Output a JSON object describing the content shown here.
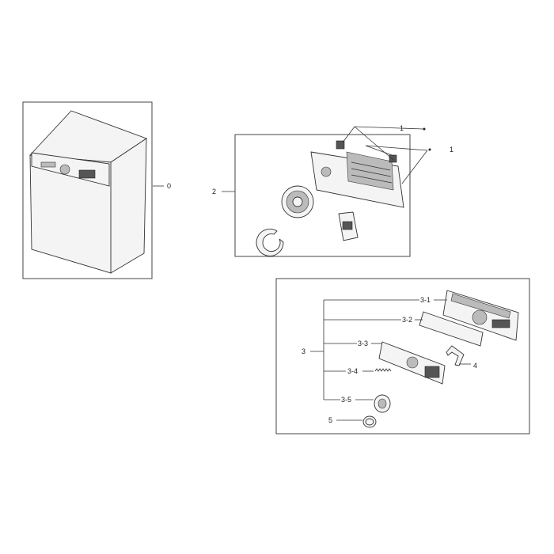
{
  "callouts": {
    "c0": "0",
    "c1a": "1",
    "c1b": "1",
    "c2": "2",
    "c3": "3",
    "c3_1": "3-1",
    "c3_2": "3-2",
    "c3_3": "3-3",
    "c3_4": "3-4",
    "c3_5": "3-5",
    "c4": "4",
    "c5": "5"
  },
  "colors": {
    "line": "#333333",
    "part_fill": "#f4f4f4"
  }
}
